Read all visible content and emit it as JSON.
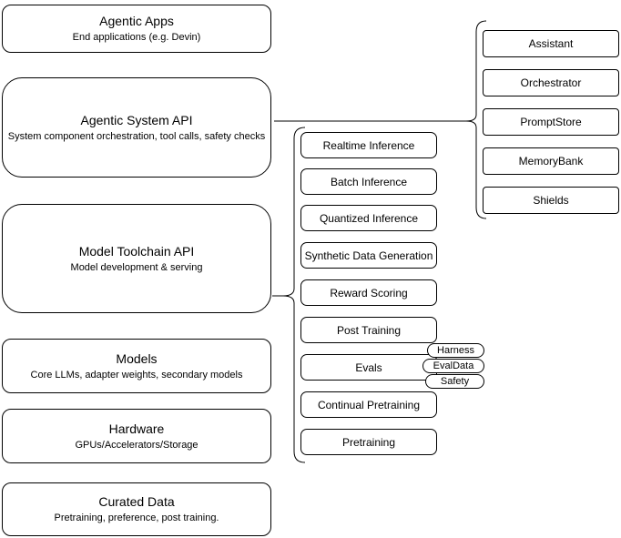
{
  "canvas": {
    "background_color": "#ffffff",
    "stroke_color": "#000000",
    "text_color": "#000000"
  },
  "left_stack": [
    {
      "title": "Agentic Apps",
      "subtitle": "End applications (e.g. Devin)"
    },
    {
      "title": "Agentic System API",
      "subtitle": "System component orchestration, tool calls, safety checks"
    },
    {
      "title": "Model Toolchain API",
      "subtitle": "Model development & serving"
    },
    {
      "title": "Models",
      "subtitle": "Core LLMs, adapter weights, secondary models"
    },
    {
      "title": "Hardware",
      "subtitle": "GPUs/Accelerators/Storage"
    },
    {
      "title": "Curated Data",
      "subtitle": "Pretraining, preference, post training."
    }
  ],
  "toolchain_services": [
    "Realtime Inference",
    "Batch Inference",
    "Quantized Inference",
    "Synthetic Data Generation",
    "Reward Scoring",
    "Post Training",
    "Evals",
    "Continual Pretraining",
    "Pretraining"
  ],
  "evals_tags": [
    "Harness",
    "EvalData",
    "Safety"
  ],
  "system_components": [
    "Assistant",
    "Orchestrator",
    "PromptStore",
    "MemoryBank",
    "Shields"
  ]
}
